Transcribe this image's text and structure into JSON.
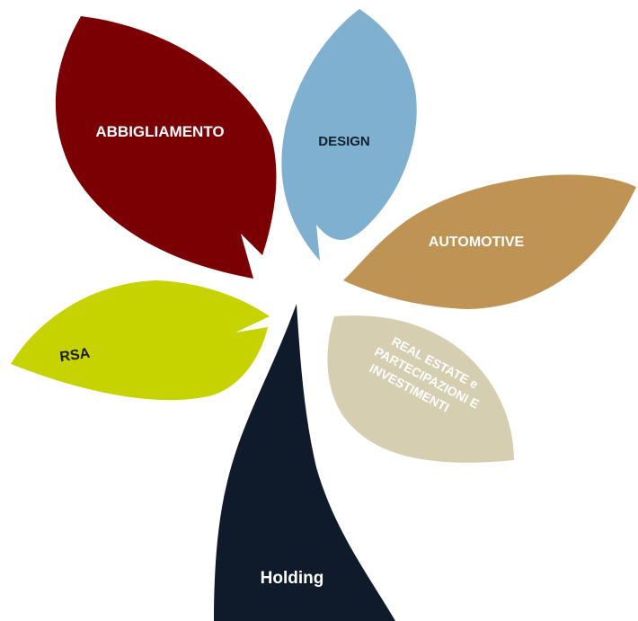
{
  "petals": {
    "abbigliamento": {
      "label": "ABBIGLIAMENTO",
      "color": "#7b0004",
      "text_color": "#ffffff"
    },
    "design": {
      "label": "DESIGN",
      "color": "#7fb0d0",
      "text_color": "#10202c"
    },
    "automotive": {
      "label": "AUTOMOTIVE",
      "color": "#bf9354",
      "text_color": "#ffffff"
    },
    "real_estate": {
      "line1": "REAL ESTATE e",
      "line2": "PARTECIPAZIONI E",
      "line3": "INVESTIMENTI",
      "color": "#d5ceb1",
      "text_color": "#ffffff"
    },
    "rsa": {
      "label": "RSA",
      "color": "#c6d300",
      "text_color": "#1a1a1a"
    },
    "holding": {
      "label": "Holding",
      "color": "#0f1b2a",
      "text_color": "#ffffff"
    }
  }
}
